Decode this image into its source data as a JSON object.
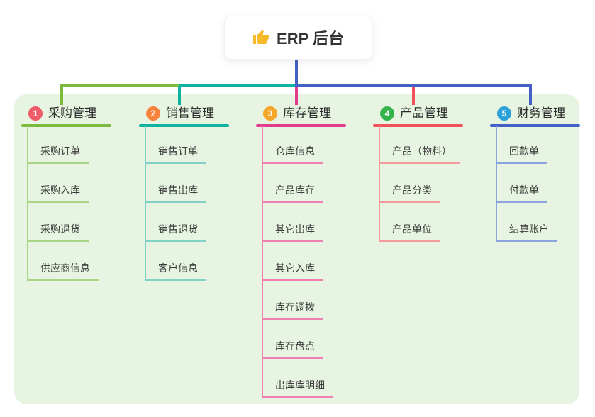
{
  "root": {
    "label": "ERP 后台",
    "icon": "thumbs-up-icon",
    "icon_color": "#f7b928",
    "connector_color": "#4361c4"
  },
  "panel_color": "#e7f4e1",
  "branches": [
    {
      "num": "1",
      "title": "采购管理",
      "color": "#7cb93f",
      "light_color": "#a9d584",
      "badge_color": "#ef5b69",
      "children": [
        "采购订单",
        "采购入库",
        "采购退货",
        "供应商信息"
      ]
    },
    {
      "num": "2",
      "title": "销售管理",
      "color": "#10b2a2",
      "light_color": "#7fd2c6",
      "badge_color": "#f6823b",
      "children": [
        "销售订单",
        "销售出库",
        "销售退货",
        "客户信息"
      ]
    },
    {
      "num": "3",
      "title": "库存管理",
      "color": "#e23c8e",
      "light_color": "#f07fb4",
      "badge_color": "#f4a629",
      "children": [
        "仓库信息",
        "产品库存",
        "其它出库",
        "其它入库",
        "库存调拨",
        "库存盘点",
        "出库库明细"
      ]
    },
    {
      "num": "4",
      "title": "产品管理",
      "color": "#f2505a",
      "light_color": "#f59a9b",
      "badge_color": "#32b44a",
      "children": [
        "产品（物料）",
        "产品分类",
        "产品单位"
      ]
    },
    {
      "num": "5",
      "title": "财务管理",
      "color": "#4361c4",
      "light_color": "#8ca3de",
      "badge_color": "#2aa2d8",
      "children": [
        "回款单",
        "付款单",
        "结算账户"
      ]
    }
  ]
}
